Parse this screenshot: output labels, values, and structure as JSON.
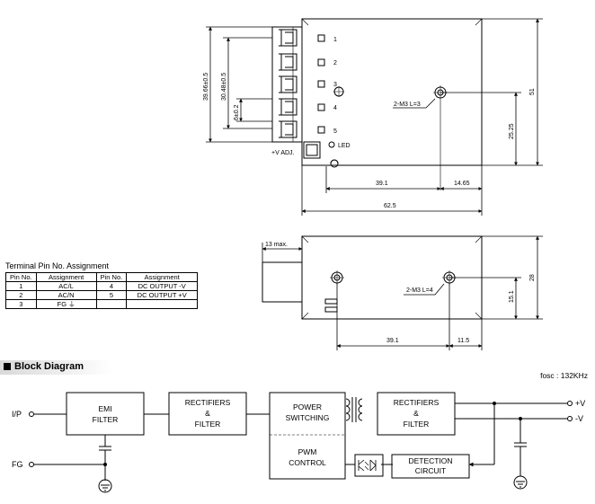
{
  "drawing": {
    "pins": [
      "1",
      "2",
      "3",
      "4",
      "5"
    ],
    "led_label": "LED",
    "vadj_label": "+V ADJ.",
    "mount_label_top": "2-M3 L=3",
    "mount_label_bottom": "2-M3 L=4",
    "dims": {
      "d3966": "39.66±0.5",
      "d3048": "30.48±0.5",
      "d6": "6±0.2",
      "d51": "51",
      "d2525": "25.25",
      "d391_top": "39.1",
      "d1465": "14.65",
      "d625": "62.5",
      "d13max": "13 max.",
      "d28": "28",
      "d151": "15.1",
      "d391_bottom": "39.1",
      "d115": "11.5"
    }
  },
  "pin_table": {
    "title": "Terminal Pin No.  Assignment",
    "headers": [
      "Pin No.",
      "Assignment",
      "Pin No.",
      "Assignment"
    ],
    "rows": [
      [
        "1",
        "AC/L",
        "4",
        "DC OUTPUT -V"
      ],
      [
        "2",
        "AC/N",
        "5",
        "DC OUTPUT +V"
      ],
      [
        "3",
        "FG ⏚",
        "",
        ""
      ]
    ]
  },
  "block_diagram": {
    "title": "Block Diagram",
    "fosc": "fosc : 132KHz",
    "inputs": {
      "ip": "I/P",
      "fg": "FG"
    },
    "outputs": {
      "pos": "+V",
      "neg": "-V"
    },
    "blocks": {
      "emi_1": "EMI",
      "emi_2": "FILTER",
      "rect1_1": "RECTIFIERS",
      "rect1_2": "&",
      "rect1_3": "FILTER",
      "power_1": "POWER",
      "power_2": "SWITCHING",
      "pwm_1": "PWM",
      "pwm_2": "CONTROL",
      "rect2_1": "RECTIFIERS",
      "rect2_2": "&",
      "rect2_3": "FILTER",
      "det_1": "DETECTION",
      "det_2": "CIRCUIT"
    }
  }
}
